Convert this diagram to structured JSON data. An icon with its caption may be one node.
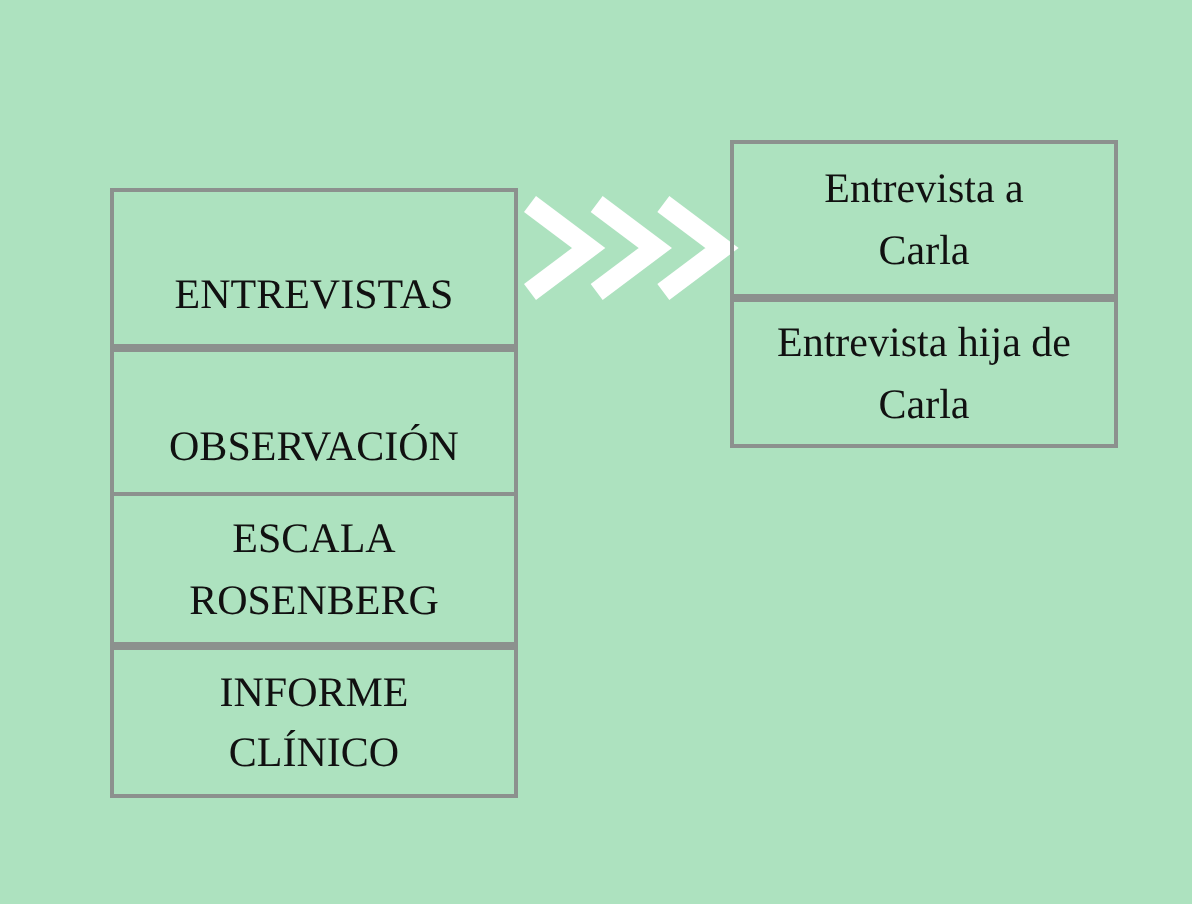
{
  "diagram": {
    "nodes": [
      {
        "text": [
          "ENTREVISTAS"
        ]
      },
      {
        "text": [
          "OBSERVACIÓN"
        ]
      },
      {
        "text": [
          "ESCALA ROSENBERG"
        ]
      },
      {
        "text": [
          "INFORME CLÍNICO"
        ]
      },
      {
        "text": [
          "Entrevista a Carla"
        ]
      },
      {
        "text": [
          "Entrevista hija de Carla"
        ]
      }
    ],
    "edges": [
      {
        "from": 0,
        "to": 4,
        "arrow": "to"
      }
    ]
  }
}
